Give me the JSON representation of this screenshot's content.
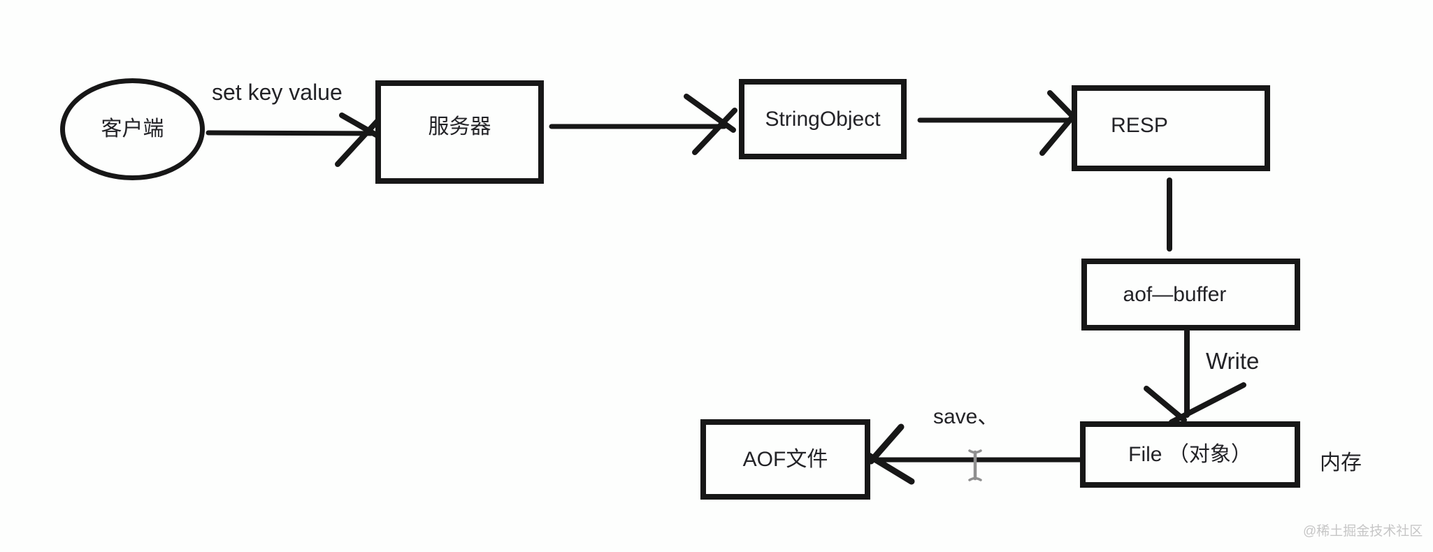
{
  "diagram": {
    "background": "#fdfefd",
    "stroke_color": "#171717",
    "text_color": "#232327",
    "nodes": {
      "client": {
        "shape": "ellipse",
        "label": "客户端"
      },
      "server": {
        "shape": "rect",
        "label": "服务器"
      },
      "string_object": {
        "shape": "rect",
        "label": "StringObject"
      },
      "resp": {
        "shape": "rect",
        "label": "RESP"
      },
      "aof_buffer": {
        "shape": "rect",
        "label": "aof—buffer"
      },
      "file_object": {
        "shape": "rect",
        "label": "File （对象）"
      },
      "aof_file": {
        "shape": "rect",
        "label": "AOF文件"
      }
    },
    "edge_labels": {
      "set_key_value": "set key value",
      "write": "Write",
      "save": "save、"
    },
    "annotations": {
      "memory": "内存"
    },
    "icons": {
      "text_cursor": "i-beam-text-cursor"
    },
    "watermark": {
      "text": "@稀土掘金技术社区",
      "color": "#c6c6c6"
    }
  }
}
